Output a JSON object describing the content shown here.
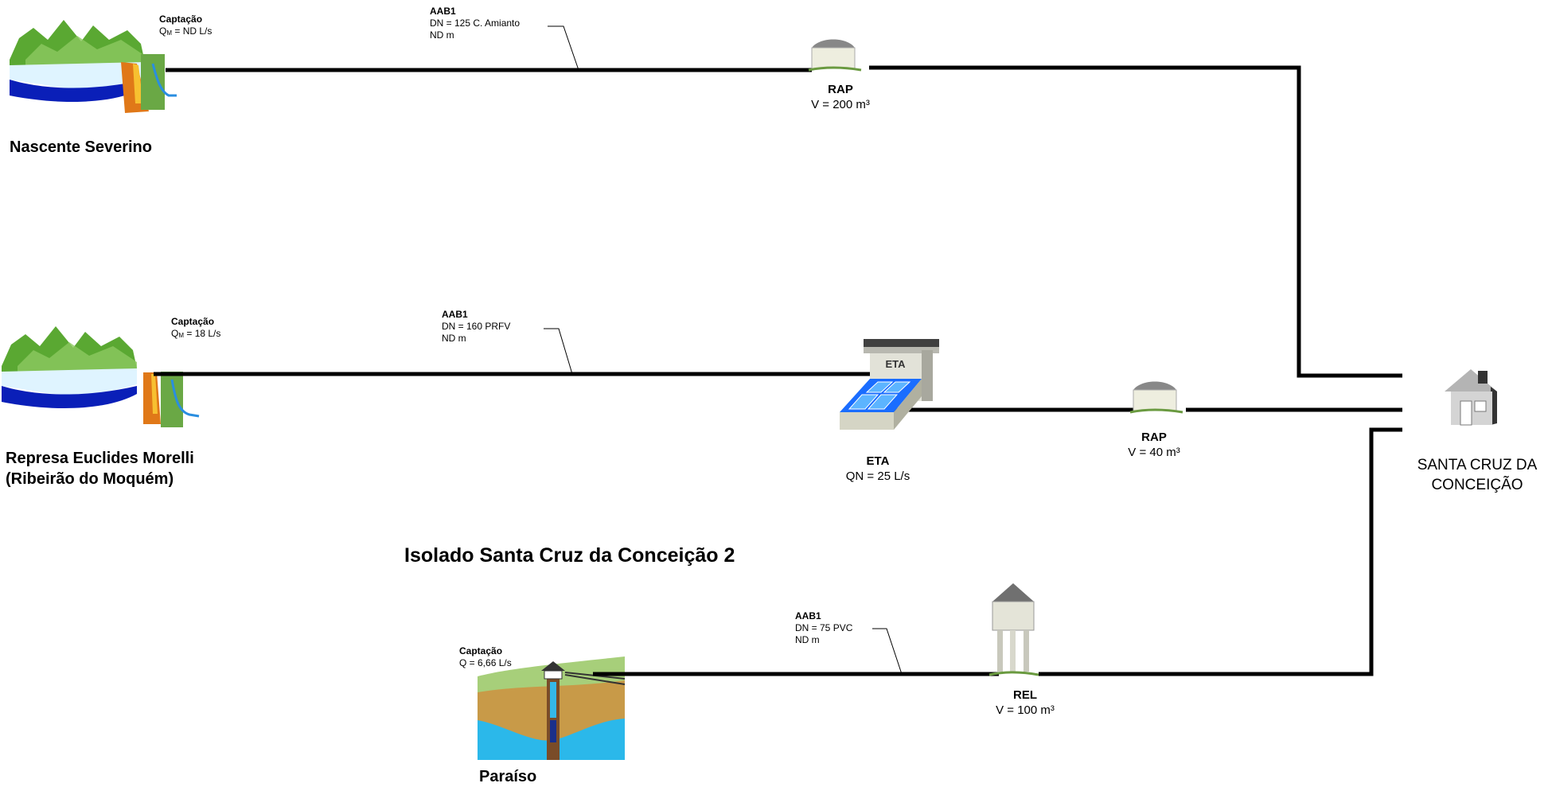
{
  "title": "Isolado Santa Cruz da Conceição 2",
  "destination": {
    "line1": "SANTA CRUZ DA",
    "line2": "CONCEIÇÃO"
  },
  "colors": {
    "pipe": "#000000",
    "water": "#0a1fb8",
    "light_water": "#3cc4ee",
    "mountain": "#55a830",
    "eta_tank": "#1a6dff"
  },
  "sources": [
    {
      "name": "Nascente Severino",
      "captacao_label": "Captação",
      "flow_prefix": "Q",
      "flow_sub": "M",
      "flow_value": " = ND L/s",
      "pipe": {
        "label": "AAB1",
        "dn": "DN = 125 C. Amianto",
        "nd": "ND m"
      },
      "unit": {
        "label": "RAP",
        "volume": "V = 200 m³"
      }
    },
    {
      "name_line1": "Represa Euclides Morelli",
      "name_line2": "(Ribeirão do Moquém)",
      "captacao_label": "Captação",
      "flow_prefix": "Q",
      "flow_sub": "M",
      "flow_value": " = 18 L/s",
      "pipe": {
        "label": "AAB1",
        "dn": "DN = 160 PRFV",
        "nd": "ND m"
      },
      "treatment": {
        "icon_text": "ETA",
        "label": "ETA",
        "flow": "QN = 25 L/s"
      },
      "unit": {
        "label": "RAP",
        "volume": "V = 40 m³"
      }
    },
    {
      "name": "Paraíso",
      "captacao_label": "Captação",
      "flow": "Q = 6,66 L/s",
      "pipe": {
        "label": "AAB1",
        "dn": "DN = 75 PVC",
        "nd": "ND m"
      },
      "unit": {
        "label": "REL",
        "volume": "V = 100 m³"
      }
    }
  ]
}
